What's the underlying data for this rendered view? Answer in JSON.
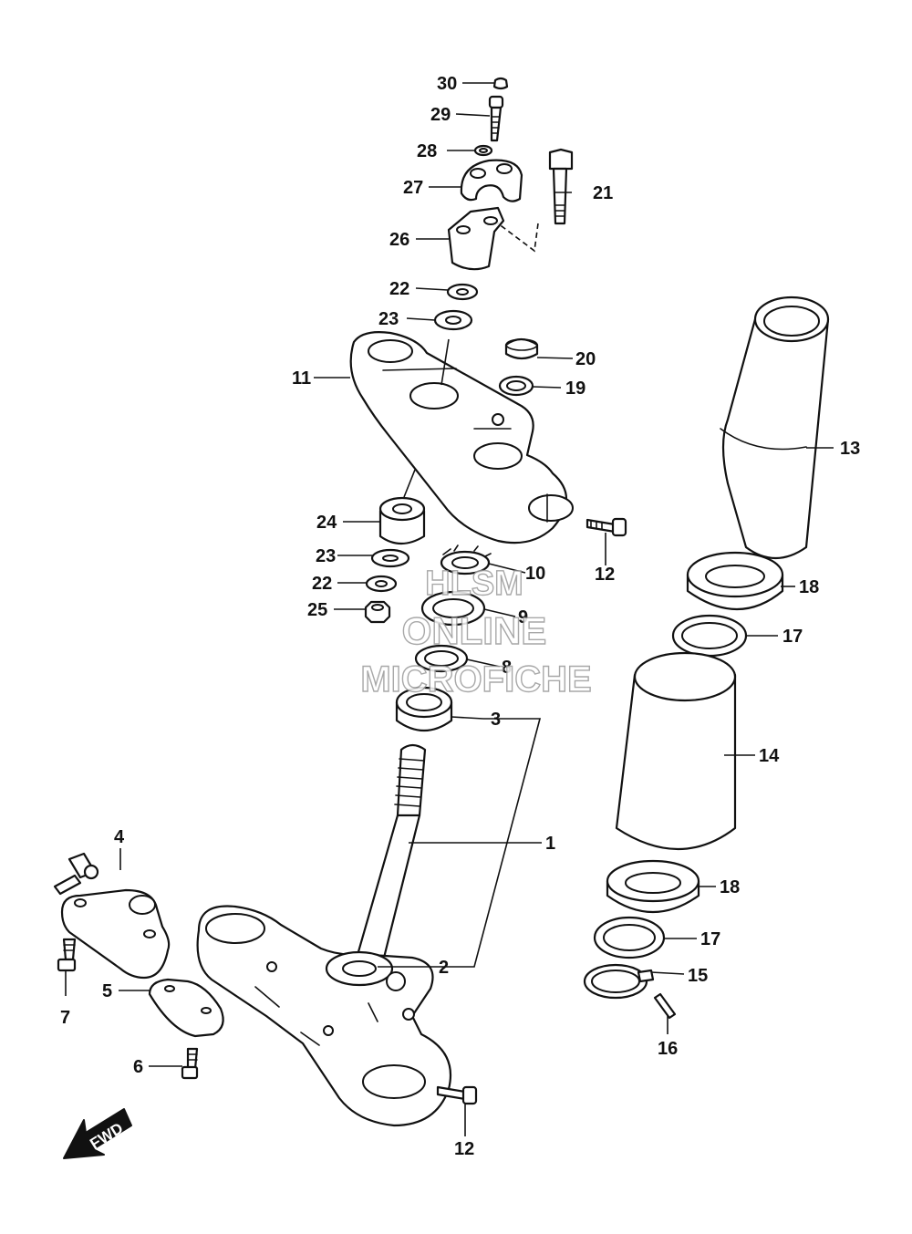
{
  "callouts": {
    "c1": "1",
    "c2": "2",
    "c3": "3",
    "c4": "4",
    "c5": "5",
    "c6": "6",
    "c7": "7",
    "c8": "8",
    "c9": "9",
    "c10": "10",
    "c11": "11",
    "c12a": "12",
    "c12b": "12",
    "c13": "13",
    "c14": "14",
    "c15": "15",
    "c16": "16",
    "c17a": "17",
    "c17b": "17",
    "c18a": "18",
    "c18b": "18",
    "c19": "19",
    "c20": "20",
    "c21": "21",
    "c22a": "22",
    "c22b": "22",
    "c23a": "23",
    "c23b": "23",
    "c24": "24",
    "c25": "25",
    "c26": "26",
    "c27": "27",
    "c28": "28",
    "c29": "29",
    "c30": "30"
  },
  "watermark": {
    "line1": "HLSM",
    "line2": "ONLINE",
    "line3": "MICROFICHE"
  },
  "fwd_arrow": {
    "label": "FWD"
  },
  "colors": {
    "ink": "#111111",
    "paper": "#ffffff",
    "watermark": "#9a9a9a"
  }
}
